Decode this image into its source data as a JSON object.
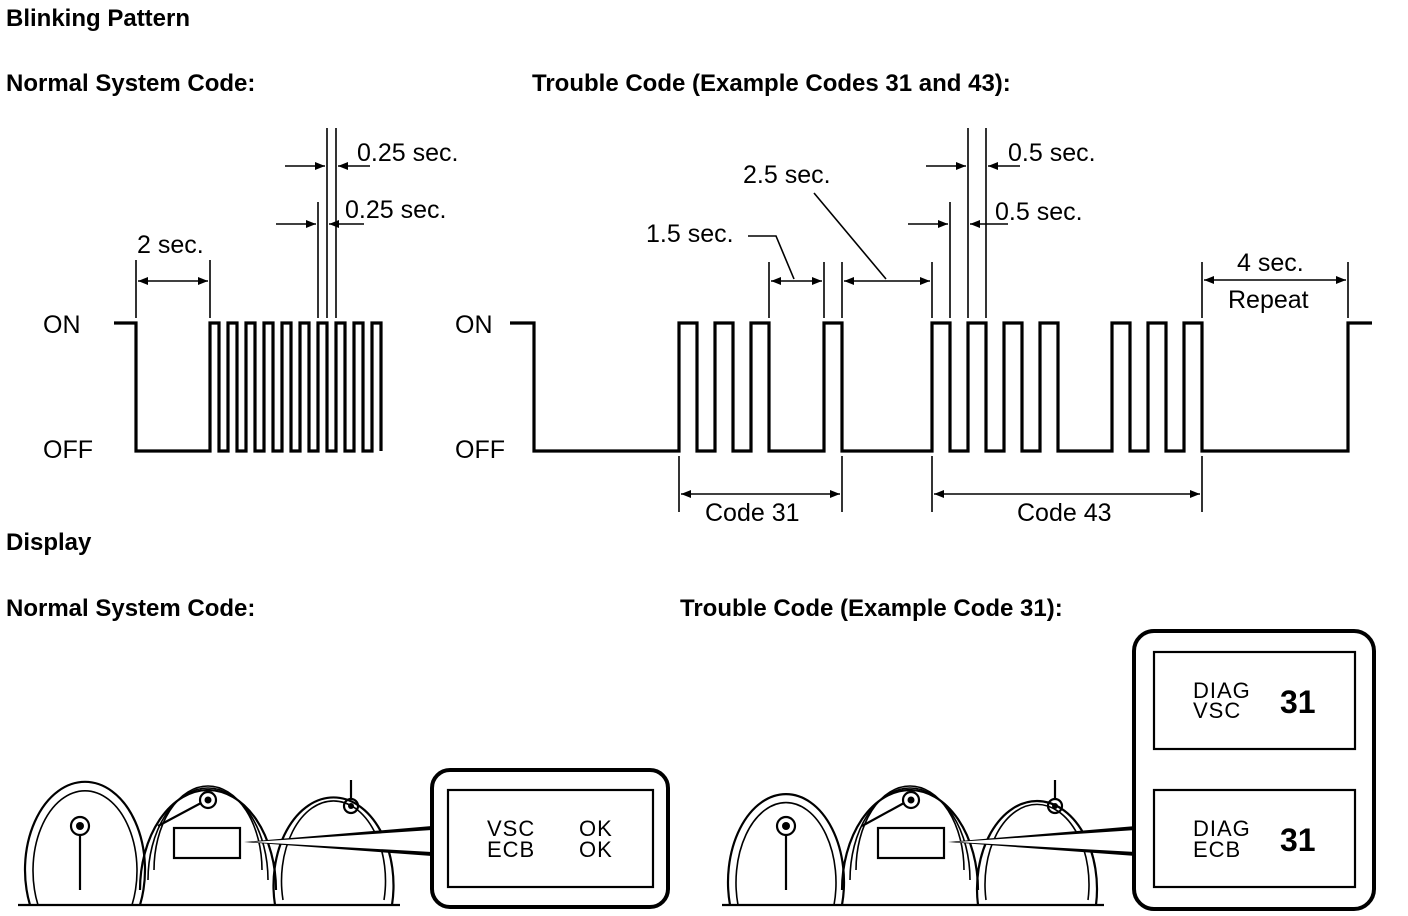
{
  "sections": {
    "blinking": "Blinking Pattern",
    "display": "Display"
  },
  "blinking": {
    "normal_title": "Normal System Code:",
    "trouble_title": "Trouble Code (Example Codes 31 and 43):",
    "on_label": "ON",
    "off_label": "OFF",
    "normal_timing": {
      "gap": "2 sec.",
      "on_time": "0.25 sec.",
      "off_time": "0.25 sec."
    },
    "trouble_timing": {
      "pulse_on": "0.5 sec.",
      "pulse_off": "0.5 sec.",
      "digit_gap": "1.5 sec.",
      "code_gap": "2.5 sec.",
      "repeat_gap": "4 sec.",
      "repeat_label": "Repeat"
    },
    "codes": [
      {
        "label": "Code 31"
      },
      {
        "label": "Code 43"
      }
    ]
  },
  "display": {
    "normal_title": "Normal System Code:",
    "trouble_title": "Trouble Code (Example Code 31):",
    "normal_screen": {
      "rows": [
        {
          "system": "VSC",
          "status": "OK"
        },
        {
          "system": "ECB",
          "status": "OK"
        }
      ]
    },
    "trouble_screens": [
      {
        "line1": "DIAG",
        "line2": "VSC",
        "code": "31"
      },
      {
        "line1": "DIAG",
        "line2": "ECB",
        "code": "31"
      }
    ]
  }
}
